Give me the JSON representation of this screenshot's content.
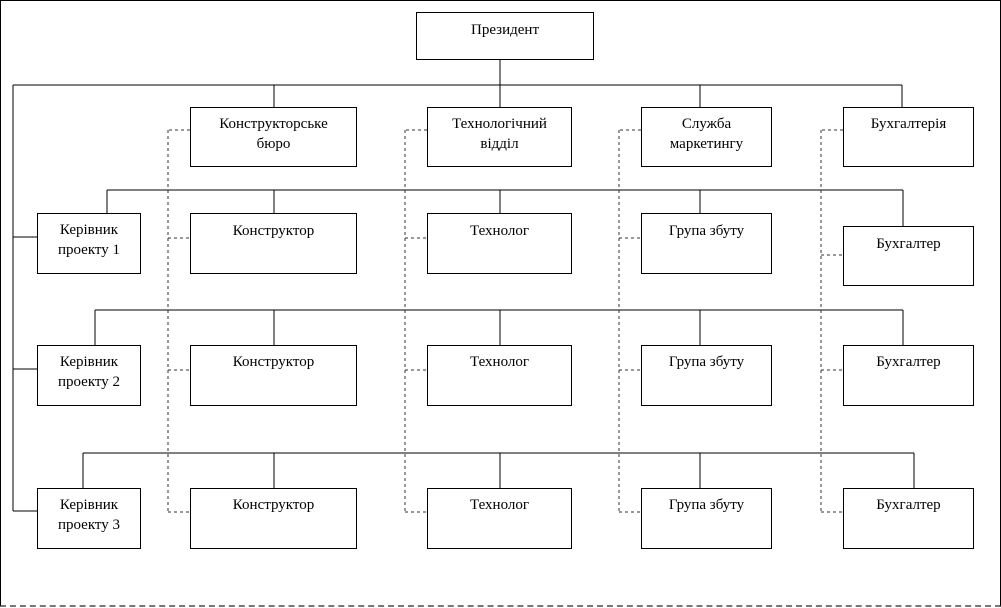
{
  "president": "Президент",
  "departments": {
    "design": "Конструкторське\nбюро",
    "technology": "Технологічний\nвідділ",
    "marketing": "Служба\nмаркетингу",
    "accounting": "Бухгалтерія"
  },
  "projects": [
    {
      "manager": "Керівник\nпроекту 1",
      "designer": "Конструктор",
      "technologist": "Технолог",
      "sales": "Група збуту",
      "accountant": "Бухгалтер"
    },
    {
      "manager": "Керівник\nпроекту 2",
      "designer": "Конструктор",
      "technologist": "Технолог",
      "sales": "Група збуту",
      "accountant": "Бухгалтер"
    },
    {
      "manager": "Керівник\nпроекту 3",
      "designer": "Конструктор",
      "technologist": "Технолог",
      "sales": "Група збуту",
      "accountant": "Бухгалтер"
    }
  ]
}
